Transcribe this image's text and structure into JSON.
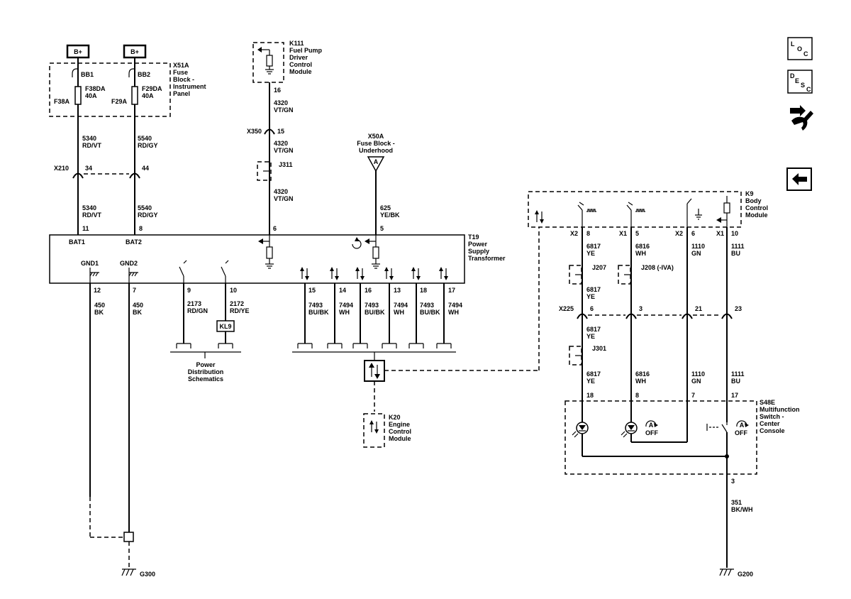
{
  "source": {
    "bplus": "B+"
  },
  "x51a": {
    "ref": "X51A",
    "name_lines": [
      "Fuse",
      "Block -",
      "Instrument",
      "Panel"
    ],
    "bb1": "BB1",
    "bb2": "BB2",
    "f38da": "F38DA",
    "f38da_amp": "40A",
    "f38a": "F38A",
    "f29da": "F29DA",
    "f29da_amp": "40A",
    "f29a": "F29A"
  },
  "k111": {
    "ref": "K111",
    "name_lines": [
      "Fuel Pump",
      "Driver",
      "Control",
      "Module"
    ],
    "pin": "16"
  },
  "x350": {
    "ref": "X350",
    "pin": "15"
  },
  "j311": "J311",
  "x50a": {
    "ref": "X50A",
    "name_lines": [
      "Fuse Block -",
      "Underhood"
    ],
    "fuse": "A"
  },
  "x210": {
    "ref": "X210",
    "pin_a": "34",
    "pin_b": "44"
  },
  "t19": {
    "ref": "T19",
    "name_lines": [
      "Power",
      "Supply",
      "Transformer"
    ],
    "bat1": "BAT1",
    "bat2": "BAT2",
    "gnd1": "GND1",
    "gnd2": "GND2",
    "pins_top": [
      "11",
      "8",
      "6",
      "5"
    ],
    "pins_bottom": [
      "12",
      "7",
      "9",
      "10",
      "15",
      "14",
      "16",
      "13",
      "18",
      "17"
    ]
  },
  "wires": {
    "w5340": [
      "5340",
      "RD/VT"
    ],
    "w5540": [
      "5540",
      "RD/GY"
    ],
    "w4320": [
      "4320",
      "VT/GN"
    ],
    "w625": [
      "625",
      "YE/BK"
    ],
    "w450": [
      "450",
      "BK"
    ],
    "w2173": [
      "2173",
      "RD/GN"
    ],
    "w2172": [
      "2172",
      "RD/YE"
    ],
    "w7493": [
      "7493",
      "BU/BK"
    ],
    "w7494": [
      "7494",
      "WH"
    ],
    "w6817": [
      "6817",
      "YE"
    ],
    "w6816": [
      "6816",
      "WH"
    ],
    "w1110": [
      "1110",
      "GN"
    ],
    "w1111": [
      "1111",
      "BU"
    ],
    "w351": [
      "351",
      "BK/WH"
    ]
  },
  "kl9": "KL9",
  "pds": [
    "Power",
    "Distribution",
    "Schematics"
  ],
  "k20": {
    "ref": "K20",
    "name_lines": [
      "Engine",
      "Control",
      "Module"
    ]
  },
  "k9": {
    "ref": "K9",
    "name_lines": [
      "Body",
      "Control",
      "Module"
    ],
    "conn": [
      "X2",
      "X1",
      "X2",
      "X1"
    ],
    "pins": [
      "8",
      "5",
      "6",
      "10"
    ]
  },
  "j207": "J207",
  "j208": "J208 (-IVA)",
  "j301": "J301",
  "x225": {
    "ref": "X225",
    "pins": [
      "6",
      "3",
      "21",
      "23"
    ]
  },
  "s48e": {
    "ref": "S48E",
    "name_lines": [
      "Multifunction",
      "Switch -",
      "Center",
      "Console"
    ],
    "pins": [
      "18",
      "8",
      "7",
      "17"
    ],
    "pin_out": "3",
    "a_symbol": "A",
    "off1": "OFF",
    "off2": "OFF"
  },
  "grounds": {
    "g300": "G300",
    "g200": "G200"
  },
  "nav": {
    "loc": [
      "L",
      "O",
      "C"
    ],
    "desc": [
      "D",
      "E",
      "S",
      "C"
    ]
  }
}
